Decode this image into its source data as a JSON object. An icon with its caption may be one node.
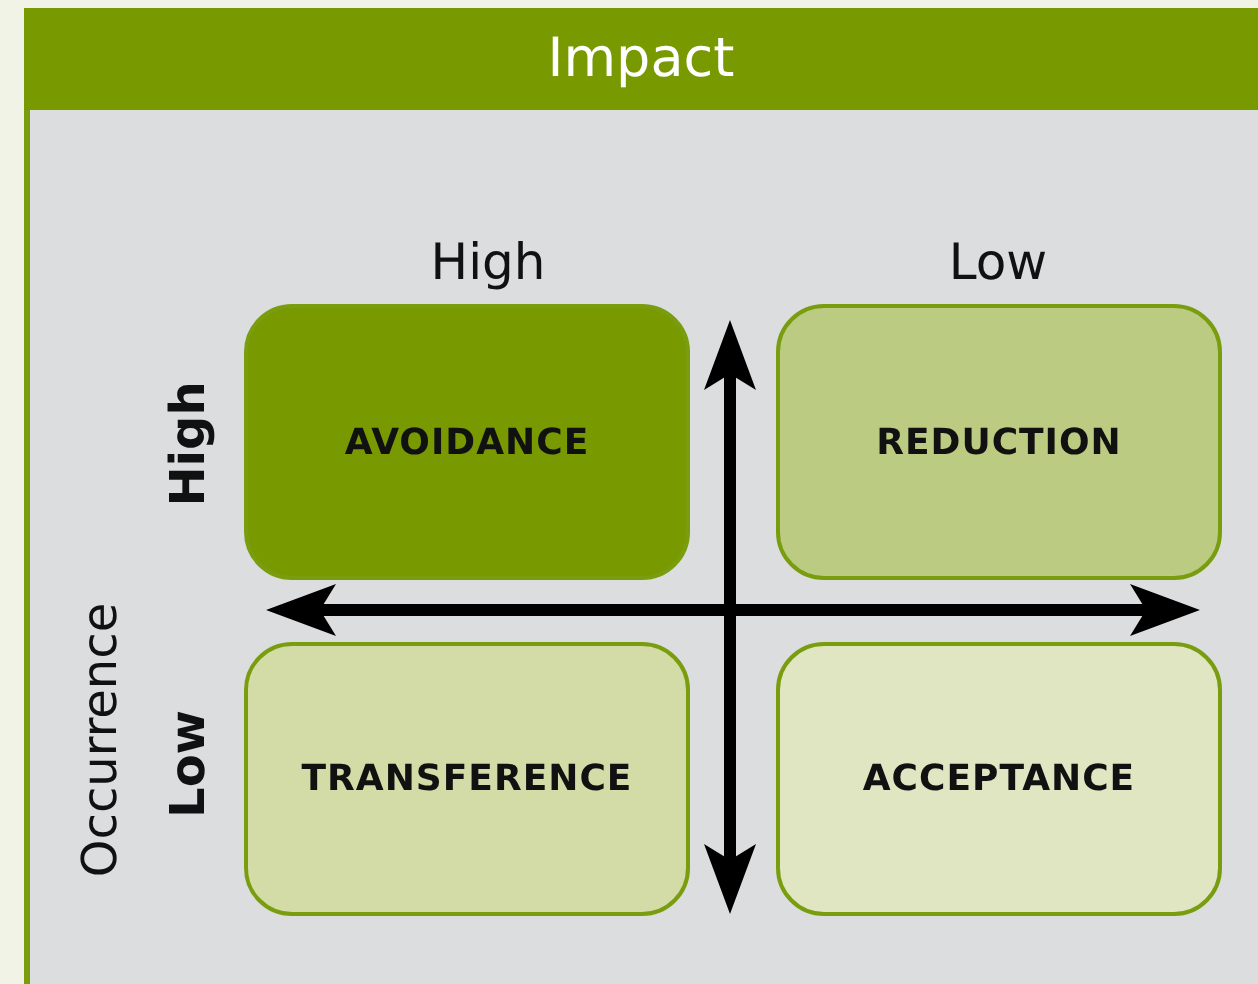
{
  "diagram": {
    "title": "Impact",
    "nodes": [
      {
        "text": [
          "AVOIDANCE"
        ]
      },
      {
        "text": [
          "REDUCTION"
        ]
      },
      {
        "text": [
          "TRANSFERENCE"
        ]
      },
      {
        "text": [
          "ACCEPTANCE"
        ]
      }
    ],
    "labels": [
      "High",
      "Low",
      "Occurrence",
      "High",
      "Low"
    ]
  }
}
